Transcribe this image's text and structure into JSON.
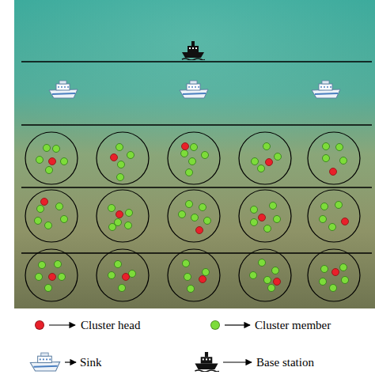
{
  "diagram": {
    "legend": [
      {
        "text": "Cluster head",
        "color": "#e8202a"
      },
      {
        "text": "Cluster member",
        "color": "#7ddc3a"
      },
      {
        "text": "Sink"
      },
      {
        "text": "Base station"
      }
    ]
  }
}
